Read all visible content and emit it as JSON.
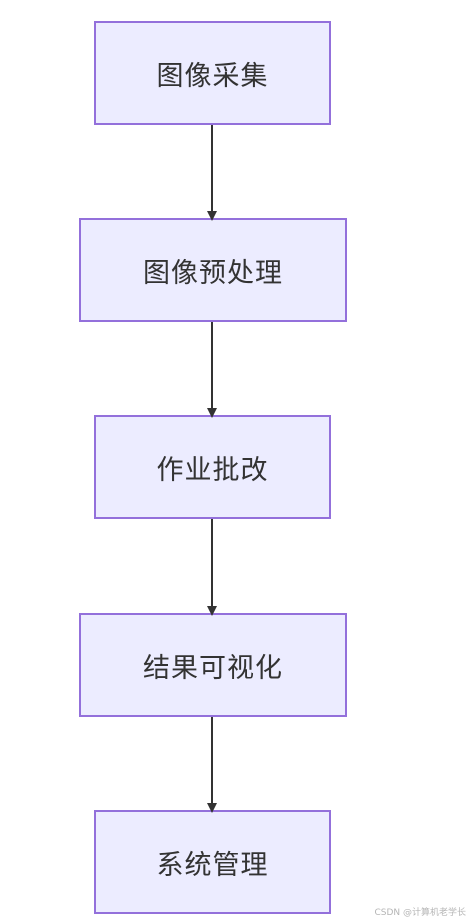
{
  "flowchart": {
    "nodes": [
      {
        "label": "图像采集"
      },
      {
        "label": "图像预处理"
      },
      {
        "label": "作业批改"
      },
      {
        "label": "结果可视化"
      },
      {
        "label": "系统管理"
      }
    ],
    "edges": [
      {
        "from": 0,
        "to": 1
      },
      {
        "from": 1,
        "to": 2
      },
      {
        "from": 2,
        "to": 3
      },
      {
        "from": 3,
        "to": 4
      }
    ]
  },
  "colors": {
    "node_fill": "#ECECFF",
    "node_border": "#9370DB",
    "arrow": "#333333",
    "text": "#333333"
  },
  "watermark": "CSDN @计算机老学长"
}
